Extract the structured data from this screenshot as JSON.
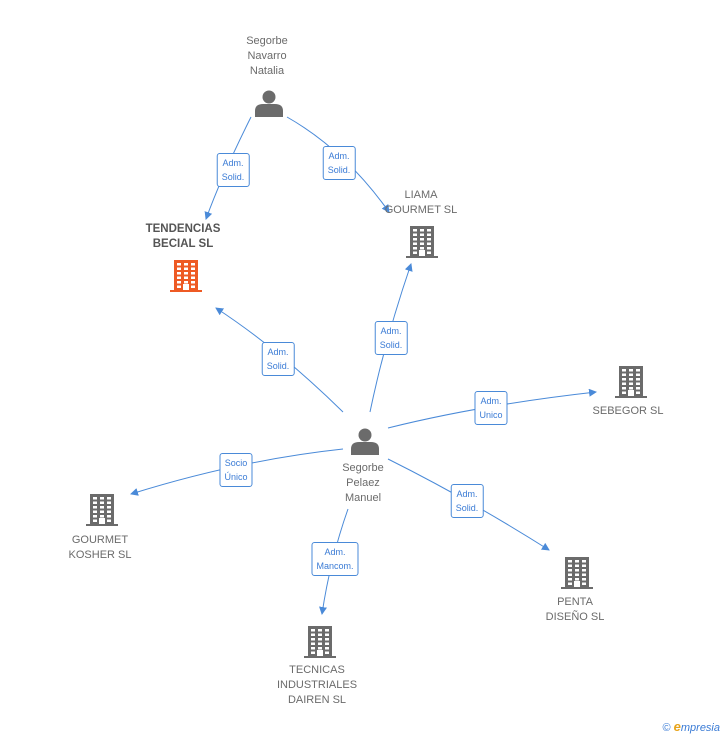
{
  "colors": {
    "edge": "#4a8ad8",
    "node_gray": "#6b6b6b",
    "node_focus": "#ee5a24"
  },
  "nodes": [
    {
      "id": "segorbe-navarro",
      "type": "person",
      "label": "Segorbe\nNavarro\nNatalia",
      "icon": "person-icon"
    },
    {
      "id": "tendencias",
      "type": "company",
      "label": "TENDENCIAS\nBECIAL SL",
      "focus": true,
      "icon": "building-icon"
    },
    {
      "id": "liama",
      "type": "company",
      "label": "LIAMA\nGOURMET SL",
      "icon": "building-icon"
    },
    {
      "id": "segorbe-pelaez",
      "type": "person",
      "label": "Segorbe\nPelaez\nManuel",
      "icon": "person-icon"
    },
    {
      "id": "sebegor",
      "type": "company",
      "label": "SEBEGOR SL",
      "icon": "building-icon"
    },
    {
      "id": "gourmet-kosher",
      "type": "company",
      "label": "GOURMET\nKOSHER  SL",
      "icon": "building-icon"
    },
    {
      "id": "penta",
      "type": "company",
      "label": "PENTA\nDISEÑO SL",
      "icon": "building-icon"
    },
    {
      "id": "tecnicas",
      "type": "company",
      "label": "TECNICAS\nINDUSTRIALES\nDAIREN SL",
      "icon": "building-icon"
    }
  ],
  "edges": [
    {
      "from": "segorbe-navarro",
      "to": "tendencias",
      "label": "Adm.\nSolid."
    },
    {
      "from": "segorbe-navarro",
      "to": "liama",
      "label": "Adm.\nSolid."
    },
    {
      "from": "segorbe-pelaez",
      "to": "tendencias",
      "label": "Adm.\nSolid."
    },
    {
      "from": "segorbe-pelaez",
      "to": "liama",
      "label": "Adm.\nSolid."
    },
    {
      "from": "segorbe-pelaez",
      "to": "sebegor",
      "label": "Adm.\nUnico"
    },
    {
      "from": "segorbe-pelaez",
      "to": "gourmet-kosher",
      "label": "Socio\nÚnico"
    },
    {
      "from": "segorbe-pelaez",
      "to": "penta",
      "label": "Adm.\nSolid."
    },
    {
      "from": "segorbe-pelaez",
      "to": "tecnicas",
      "label": "Adm.\nMancom."
    }
  ],
  "footer": {
    "copyright": "©",
    "brand_initial": "e",
    "brand_rest": "mpresia"
  }
}
